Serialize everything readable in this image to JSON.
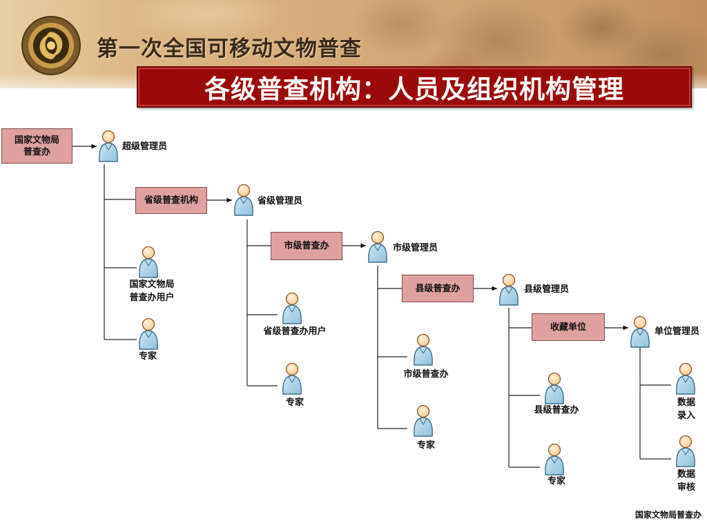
{
  "header": {
    "top_title": "第一次全国可移动文物普查",
    "banner_title": "各级普查机构：人员及组织机构管理"
  },
  "diagram": {
    "national_office": "国家文物局\n普查办",
    "super_admin": "超级管理员",
    "provincial_org": "省级普查机构",
    "provincial_admin": "省级管理员",
    "national_office_user": "国家文物局\n普查办用户",
    "national_expert": "专家",
    "city_office": "市级普查办",
    "city_admin": "市级管理员",
    "provincial_office_user": "省级普查办用户",
    "provincial_expert": "专家",
    "county_office": "县级普查办",
    "county_admin": "县级管理员",
    "city_office_user": "市级普查办",
    "city_expert": "专家",
    "collection_unit": "收藏单位",
    "unit_admin": "单位管理员",
    "county_office_user": "县级普查办",
    "county_expert": "专家",
    "data_entry": "数据录入",
    "data_review": "数据审核"
  },
  "footer": {
    "text": "国家文物局普查办"
  },
  "colors": {
    "banner_red": "#9b0a0a",
    "box_fill": "#dfa0a0",
    "person_blue": "#8fc1dd",
    "head_skin": "#f6c98f"
  }
}
